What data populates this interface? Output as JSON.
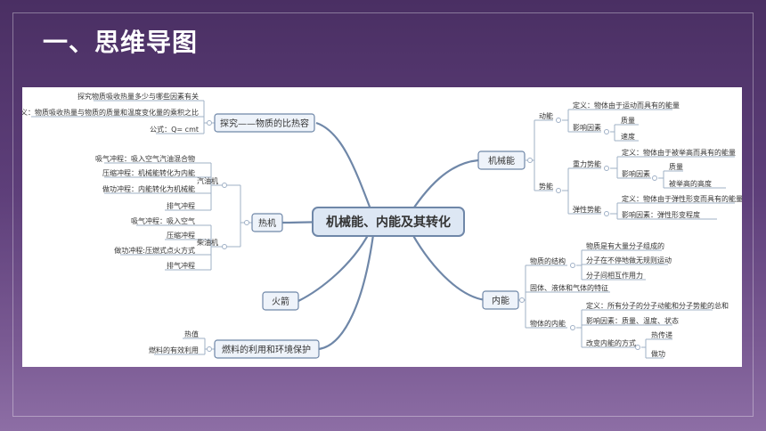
{
  "slide": {
    "title": "一、思维导图"
  },
  "mindmap": {
    "center": "机械能、内能及其转化",
    "left": {
      "explore": {
        "label": "探究——物质的比热容",
        "leaves": [
          "探究物质吸收热量多少与哪些因素有关",
          "定义：物质吸收热量与物质的质量和温度变化量的乘积之比",
          "公式：Q= cmt"
        ]
      },
      "heat_engine": {
        "label": "热机",
        "gasoline": {
          "label": "汽油机",
          "strokes": [
            "吸气冲程：吸入空气汽油混合物",
            "压缩冲程：机械能转化为内能",
            "做功冲程：内能转化为机械能",
            "排气冲程"
          ]
        },
        "diesel": {
          "label": "柴油机",
          "strokes": [
            "吸气冲程：吸入空气",
            "压缩冲程",
            "做功冲程:压燃式点火方式",
            "排气冲程"
          ]
        }
      },
      "rocket": {
        "label": "火箭"
      },
      "fuel": {
        "label": "燃料的利用和环境保护",
        "leaves": [
          "热值",
          "燃料的有效利用"
        ]
      }
    },
    "right": {
      "mechanical": {
        "label": "机械能",
        "kinetic": {
          "label": "动能",
          "definition": "定义：物体由于运动而具有的能量",
          "factors_label": "影响因素",
          "factors": [
            "质量",
            "速度"
          ]
        },
        "potential": {
          "label": "势能",
          "gravity": {
            "label": "重力势能",
            "definition": "定义：物体由于被举高而具有的能量",
            "factors_label": "影响因素",
            "factors": [
              "质量",
              "被举高的高度"
            ]
          },
          "elastic": {
            "label": "弹性势能",
            "definition": "定义：物体由于弹性形变而具有的能量",
            "factors": "影响因素：弹性形变程度"
          }
        }
      },
      "internal": {
        "label": "内能",
        "structure": {
          "label": "物质的结构",
          "items": [
            "物质是有大量分子组成的",
            "分子在不停地做无规则运动",
            "分子间相互作用力"
          ]
        },
        "phases": "固体、液体和气体的特征",
        "object_internal": {
          "label": "物体的内能",
          "definition": "定义：所有分子的分子动能和分子势能的总和",
          "factors": "影响因素：质量、温度、状态",
          "change": {
            "label": "改变内能的方式",
            "ways": [
              "热传递",
              "做功"
            ]
          }
        }
      }
    }
  }
}
